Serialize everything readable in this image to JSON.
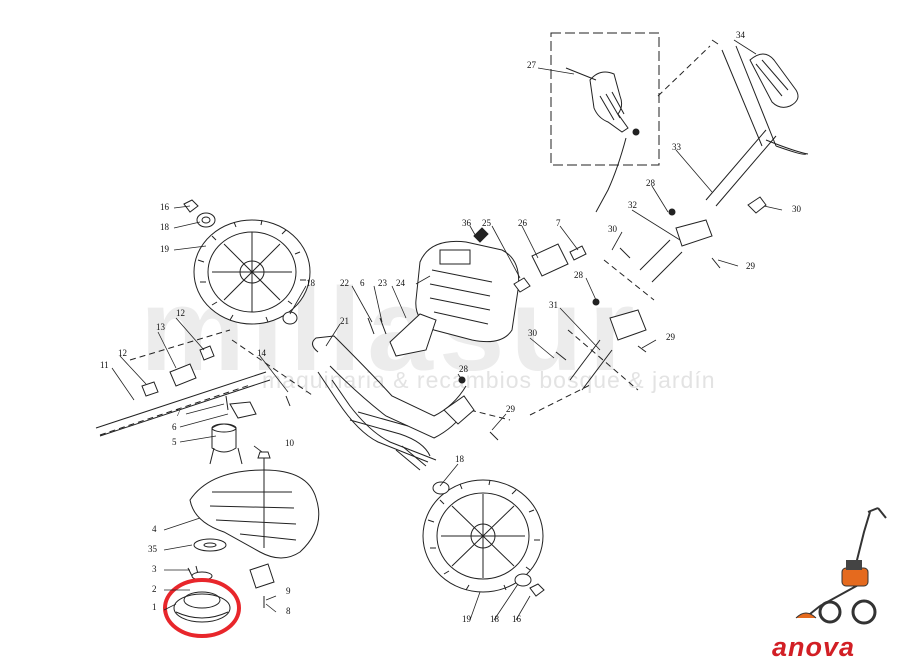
{
  "watermark": {
    "logo": "millasur",
    "tagline": "maquinaria & recambios bosque & jardín"
  },
  "brand": {
    "name": "anova",
    "color": "#d21f25"
  },
  "highlight_color": "#e8262b",
  "callouts": {
    "c1": "1",
    "c2": "2",
    "c3": "3",
    "c4": "4",
    "c5": "5",
    "c6": "6",
    "c6b": "6",
    "c7": "7",
    "c7b": "7",
    "c8": "8",
    "c9": "9",
    "c10": "10",
    "c11": "11",
    "c12": "12",
    "c12b": "12",
    "c13": "13",
    "c14": "14",
    "c16": "16",
    "c16b": "16",
    "c18": "18",
    "c18b": "18",
    "c18c": "18",
    "c18d": "18",
    "c19": "19",
    "c19b": "19",
    "c21": "21",
    "c22": "22",
    "c23": "23",
    "c24": "24",
    "c25": "25",
    "c26": "26",
    "c27": "27",
    "c28": "28",
    "c28b": "28",
    "c28c": "28",
    "c29": "29",
    "c29b": "29",
    "c29c": "29",
    "c30": "30",
    "c30b": "30",
    "c30c": "30",
    "c31": "31",
    "c32": "32",
    "c33": "33",
    "c34": "34",
    "c35": "35"
  }
}
